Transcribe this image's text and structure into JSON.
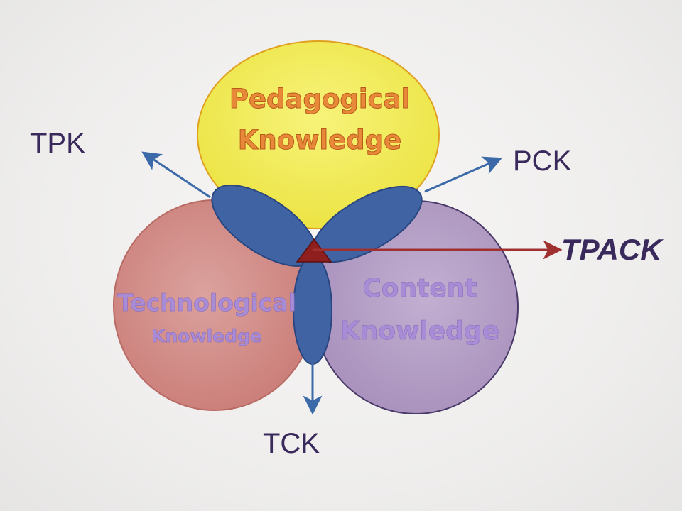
{
  "circles": {
    "pedagogical": {
      "line1": "Pedagogical",
      "line2": "Knowledge",
      "color": "#f3ee5e"
    },
    "technological": {
      "line1": "Technological",
      "line2": "Knowledge",
      "color": "#d38d88"
    },
    "content": {
      "line1": "Content",
      "line2": "Knowledge",
      "color": "#b39ec4"
    }
  },
  "intersection_color": "#3f63a3",
  "labels": {
    "tpk": "TPK",
    "pck": "PCK",
    "tck": "TCK",
    "tpack": "TPACK"
  }
}
